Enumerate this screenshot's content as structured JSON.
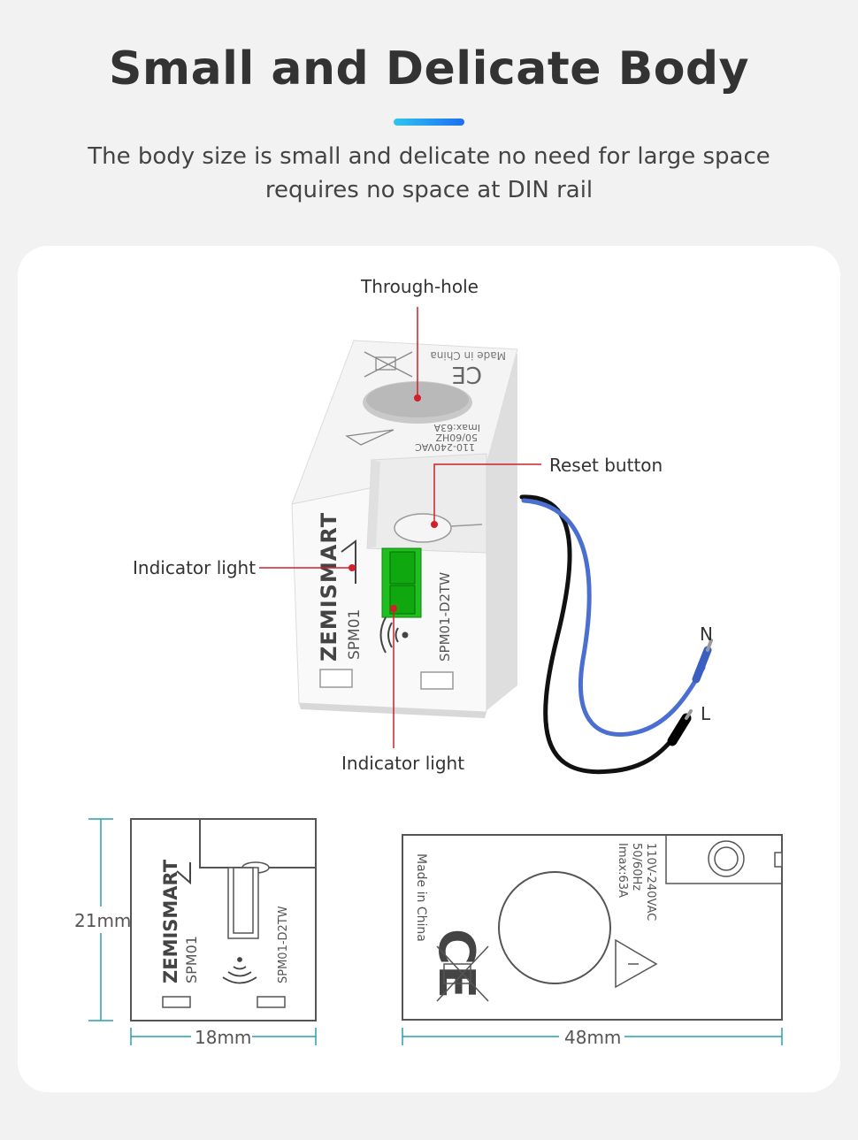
{
  "header": {
    "title": "Small and Delicate Body",
    "subtitle_line1": "The body size is small and delicate no need for large space",
    "subtitle_line2": "requires no space at DIN rail",
    "accent_colors": [
      "#2fc5f0",
      "#1d6ff2"
    ]
  },
  "callouts": {
    "through_hole": "Through-hole",
    "reset_button": "Reset button",
    "indicator_light_left": "Indicator light",
    "indicator_light_bottom": "Indicator light",
    "wire_n": "N",
    "wire_l": "L"
  },
  "device": {
    "brand": "ZEMISMART",
    "model": "SPM01",
    "model_full": "SPM01-D2TW",
    "made_in": "Made in China",
    "voltage": "110-240VAC",
    "frequency": "50/60HZ",
    "imax": "Imax:63A",
    "voltage_back": "110V-240VAC",
    "frequency_back": "50/60Hz",
    "imax_back": "Imax:63A",
    "ce_mark": "CE"
  },
  "dimensions": {
    "height": "21mm",
    "width_front": "18mm",
    "width_back": "48mm",
    "line_color": "#2a9fb0"
  },
  "colors": {
    "callout_line": "#d0202a",
    "callout_dot": "#d0202a",
    "indicator_green": "#1fbf1f",
    "wire_blue": "#4a6fd0",
    "wire_black": "#111111"
  }
}
